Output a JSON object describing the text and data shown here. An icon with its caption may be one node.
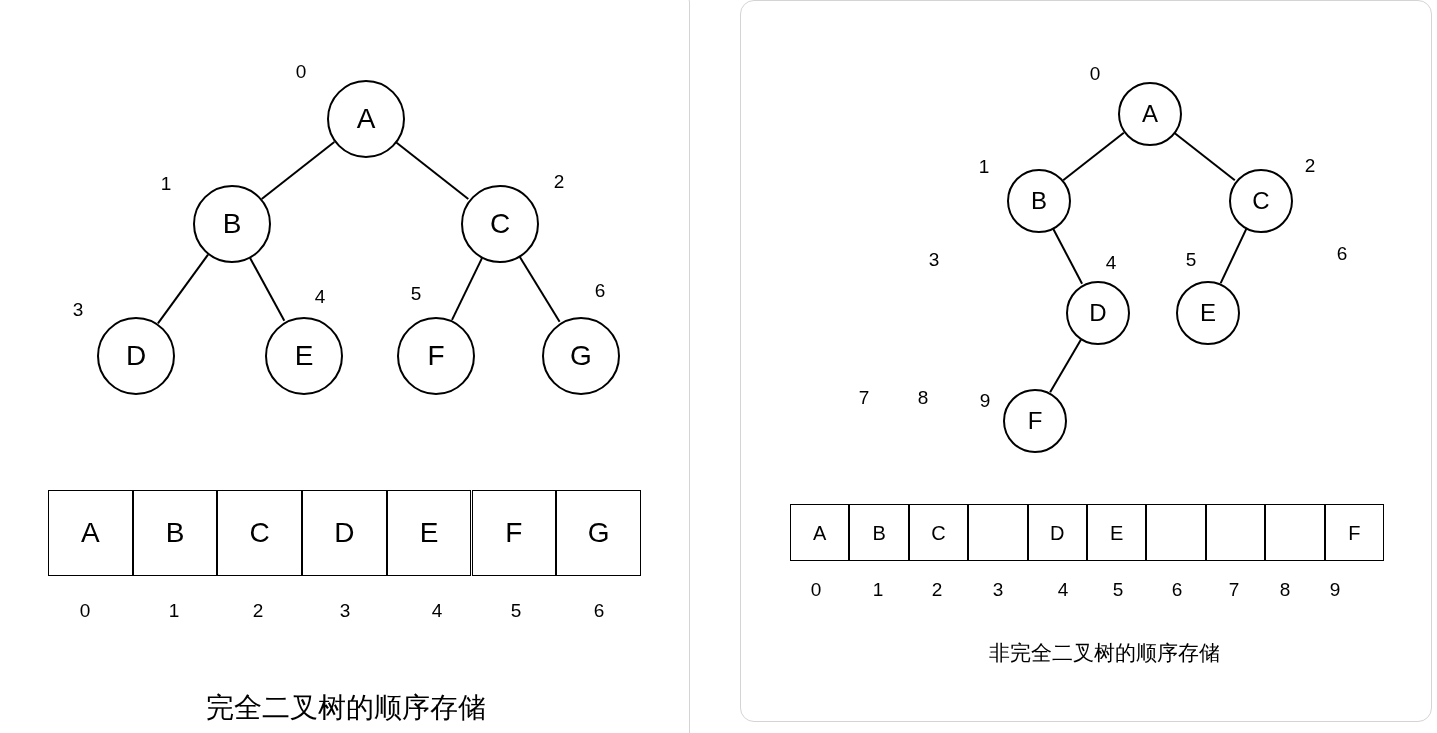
{
  "diagram": {
    "nodes": [
      {
        "text": [
          "完全二叉树的顺序存储"
        ]
      },
      {
        "text": [
          "A"
        ],
        "in": 0,
        "beside": [
          "0"
        ]
      },
      {
        "text": [
          "B"
        ],
        "in": 0,
        "beside": [
          "1"
        ]
      },
      {
        "text": [
          "C"
        ],
        "in": 0,
        "beside": [
          "2"
        ]
      },
      {
        "text": [
          "D"
        ],
        "in": 0,
        "beside": [
          "3"
        ]
      },
      {
        "text": [
          "E"
        ],
        "in": 0,
        "beside": [
          "4"
        ]
      },
      {
        "text": [
          "F"
        ],
        "in": 0,
        "beside": [
          "5"
        ]
      },
      {
        "text": [
          "G"
        ],
        "in": 0,
        "beside": [
          "6"
        ]
      },
      {
        "text": [
          "A"
        ],
        "in": 0,
        "beside": [
          "0"
        ]
      },
      {
        "text": [
          "B"
        ],
        "in": 0,
        "beside": [
          "1"
        ]
      },
      {
        "text": [
          "C"
        ],
        "in": 0,
        "beside": [
          "2"
        ]
      },
      {
        "text": [
          "D"
        ],
        "in": 0,
        "beside": [
          "3"
        ]
      },
      {
        "text": [
          "E"
        ],
        "in": 0,
        "beside": [
          "4"
        ]
      },
      {
        "text": [
          "F"
        ],
        "in": 0,
        "beside": [
          "5"
        ]
      },
      {
        "text": [
          "G"
        ],
        "in": 0,
        "beside": [
          "6"
        ]
      },
      {
        "text": [
          "非完全二叉树的顺序存储"
        ]
      },
      {
        "text": [
          "A"
        ],
        "in": 15,
        "beside": [
          "0"
        ]
      },
      {
        "text": [
          "B"
        ],
        "in": 15,
        "beside": [
          "1"
        ]
      },
      {
        "text": [
          "C"
        ],
        "in": 15,
        "beside": [
          "2"
        ]
      },
      {
        "text": [
          "D"
        ],
        "in": 15,
        "beside": [
          "4"
        ]
      },
      {
        "text": [
          "E"
        ],
        "in": 15,
        "beside": [
          "5"
        ]
      },
      {
        "text": [
          "F"
        ],
        "in": 15,
        "beside": [
          "9"
        ]
      },
      {
        "text": [
          "A"
        ],
        "in": 15,
        "beside": [
          "0"
        ]
      },
      {
        "text": [
          "B"
        ],
        "in": 15,
        "beside": [
          "1"
        ]
      },
      {
        "text": [
          "C"
        ],
        "in": 15,
        "beside": [
          "2"
        ]
      },
      {
        "text": [],
        "shape": "box",
        "in": 15,
        "beside": [
          "3"
        ]
      },
      {
        "text": [
          "D"
        ],
        "in": 15,
        "beside": [
          "4"
        ]
      },
      {
        "text": [
          "E"
        ],
        "in": 15,
        "beside": [
          "5"
        ]
      },
      {
        "text": [],
        "shape": "box",
        "in": 15,
        "beside": [
          "6"
        ]
      },
      {
        "text": [],
        "shape": "box",
        "in": 15,
        "beside": [
          "7"
        ]
      },
      {
        "text": [],
        "shape": "box",
        "in": 15,
        "beside": [
          "8"
        ]
      },
      {
        "text": [
          "F"
        ],
        "in": 15,
        "beside": [
          "9"
        ]
      }
    ],
    "edges": [
      {
        "from": 1,
        "to": 2,
        "arrow": "none"
      },
      {
        "from": 1,
        "to": 3,
        "arrow": "none"
      },
      {
        "from": 2,
        "to": 4,
        "arrow": "none"
      },
      {
        "from": 2,
        "to": 5,
        "arrow": "none"
      },
      {
        "from": 3,
        "to": 6,
        "arrow": "none"
      },
      {
        "from": 3,
        "to": 7,
        "arrow": "none"
      },
      {
        "from": 16,
        "to": 17,
        "arrow": "none"
      },
      {
        "from": 16,
        "to": 18,
        "arrow": "none"
      },
      {
        "from": 17,
        "to": 19,
        "arrow": "none"
      },
      {
        "from": 18,
        "to": 20,
        "arrow": "none"
      },
      {
        "from": 19,
        "to": 21,
        "arrow": "none"
      }
    ],
    "labels": [
      "3",
      "6",
      "7",
      "8"
    ]
  }
}
